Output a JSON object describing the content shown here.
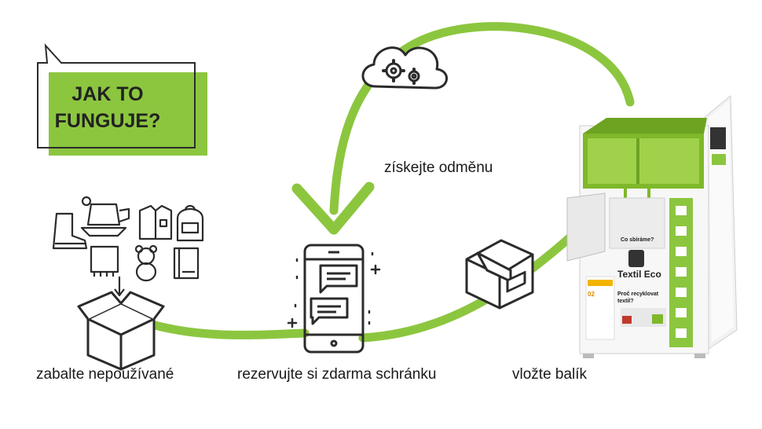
{
  "colors": {
    "accent": "#8cc63f",
    "ink": "#2b2b2b",
    "text": "#1a1a1a"
  },
  "title": {
    "line1": "JAK TO",
    "line2": "FUNGUJE?"
  },
  "steps": {
    "pack": "zabalte nepoužívané",
    "reserve": "rezervujte si zdarma schránku",
    "insert": "vložte balík",
    "reward": "získejte odměnu"
  },
  "icons": [
    "speech-bubble-icon",
    "cloud-gears-icon",
    "clothing-items-icon",
    "open-box-icon",
    "smartphone-chat-icon",
    "closed-box-icon",
    "arrow-icon"
  ],
  "kiosk": {
    "brand": "Textil Eco",
    "question": "Co sbíráme?",
    "tagline": "Proč recyklovat textil?",
    "step_number": "02"
  }
}
